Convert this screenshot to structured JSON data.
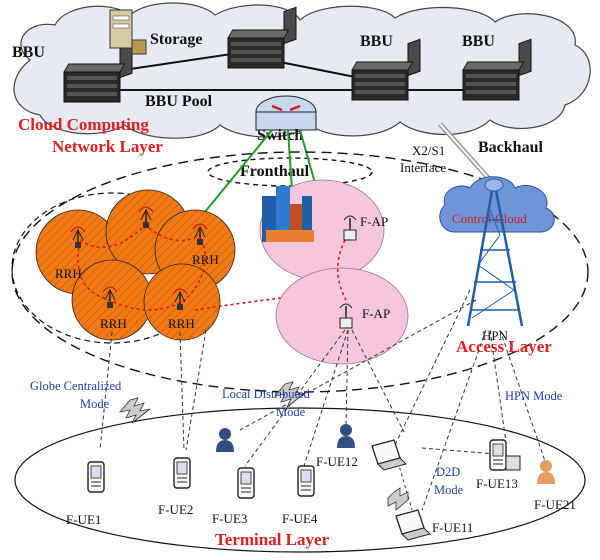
{
  "colors": {
    "cloud_fill": "#e6ebf3",
    "rrh_fill": "#f07a16",
    "fap_fill": "#f6c6dc",
    "link_green": "#1f9e2a",
    "link_red": "#e01818",
    "layer_red": "#e02020",
    "mode_blue": "#1f3f9e"
  },
  "cloud": {
    "bbu_left": "BBU",
    "storage": "Storage",
    "bbu_mid": "BBU",
    "bbu_right": "BBU",
    "bbu_pool": "BBU Pool",
    "layer_line1": "Cloud Computing",
    "layer_line2": "Network Layer",
    "switch": "Switch"
  },
  "links": {
    "fronthaul": "Fronthaul",
    "backhaul": "Backhaul",
    "interface_line1": "X2/S1",
    "interface_line2": "Interface"
  },
  "access": {
    "rrh": [
      "RRH",
      "RRH",
      "RRH",
      "RRH"
    ],
    "fap_upper": "F-AP",
    "fap_lower": "F-AP",
    "control_cloud": "Control Cloud",
    "hpn": "HPN",
    "layer": "Access Layer"
  },
  "modes": {
    "globe_line1": "Globe Centralized",
    "globe_line2": "Mode",
    "local_line1": "Local Distributed",
    "local_line2": "Mode",
    "hpn_mode": "HPN Mode",
    "d2d_line1": "D2D",
    "d2d_line2": "Mode"
  },
  "terminal": {
    "layer": "Terminal Layer",
    "ue1": "F-UE1",
    "ue2": "F-UE2",
    "ue3": "F-UE3",
    "ue4": "F-UE4",
    "ue11": "F-UE11",
    "ue12": "F-UE12",
    "ue13": "F-UE13",
    "ue21": "F-UE21"
  }
}
